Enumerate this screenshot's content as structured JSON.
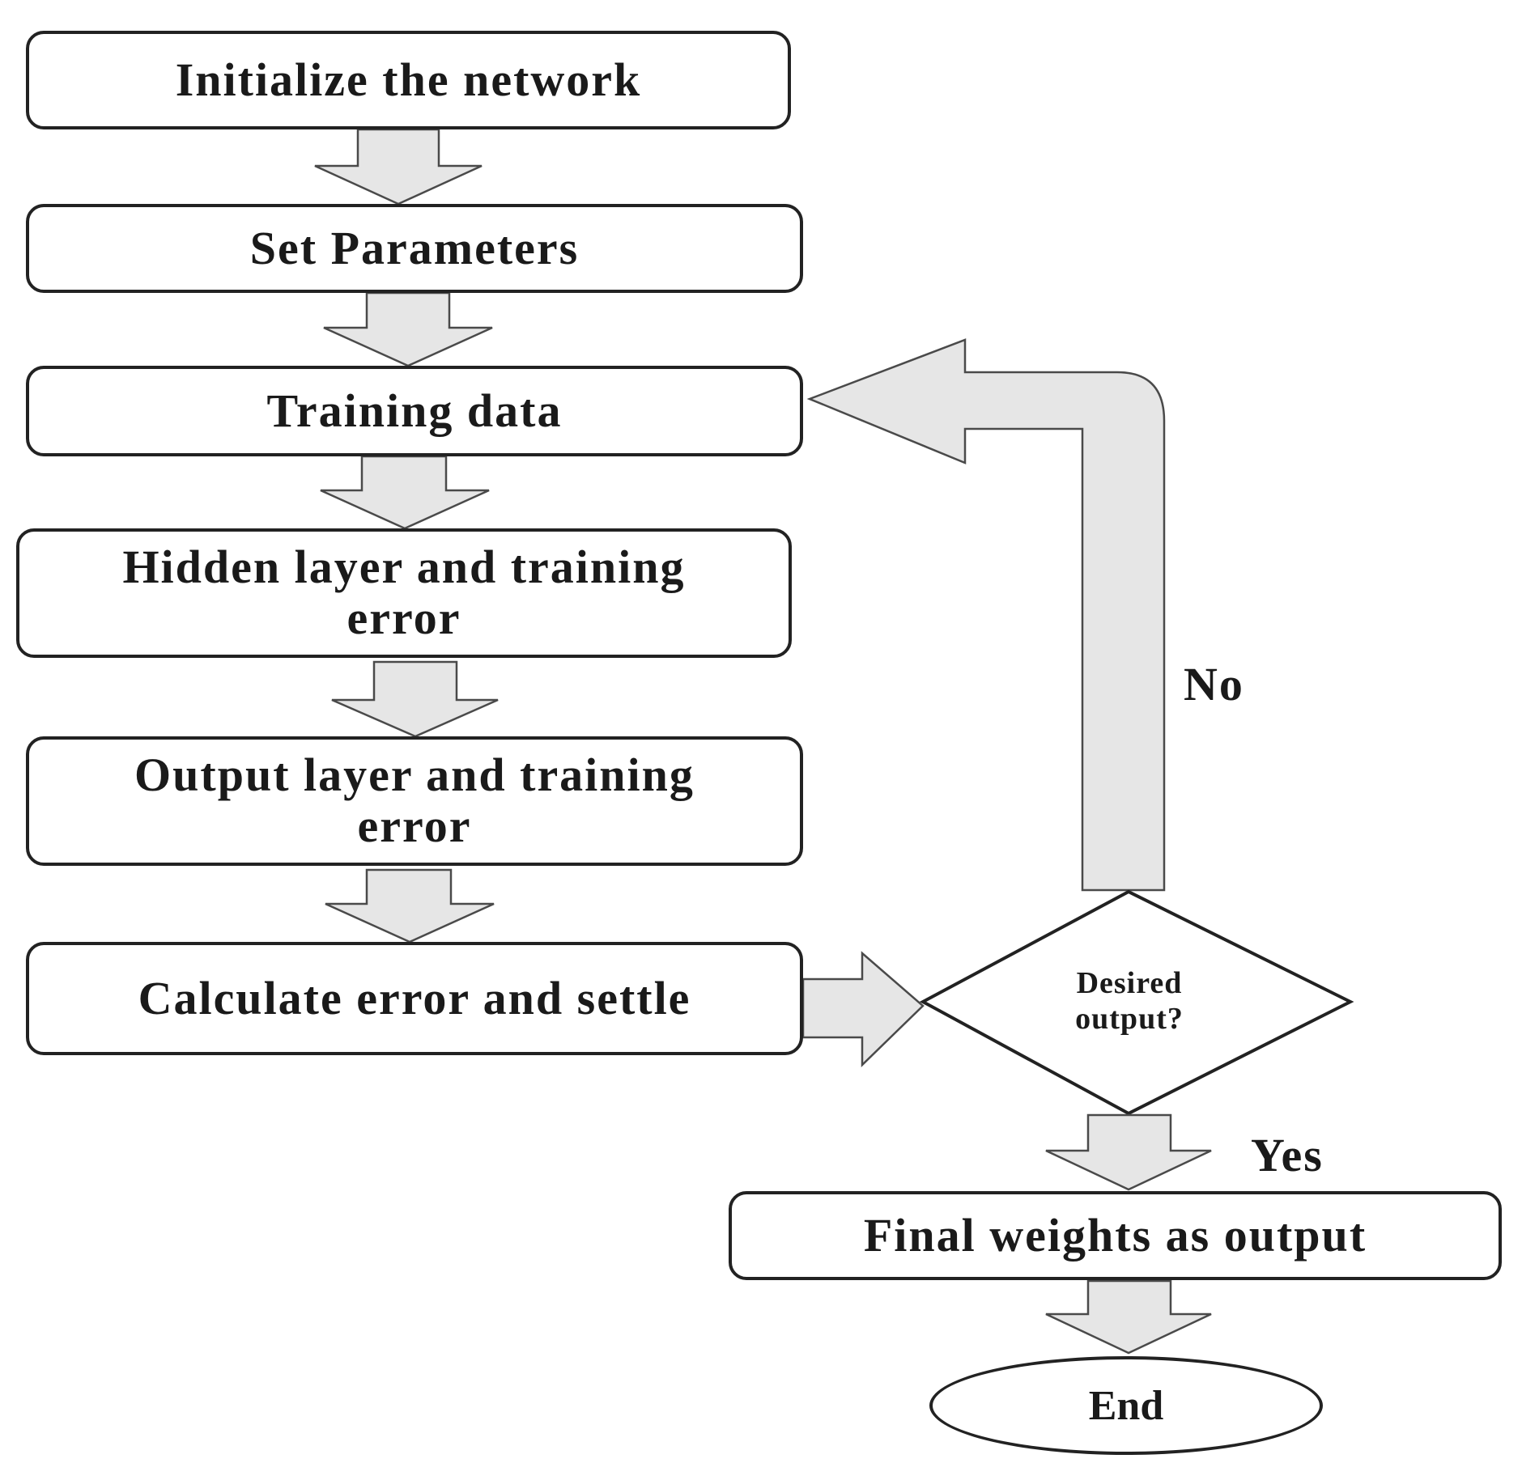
{
  "nodes": {
    "init": "Initialize the network",
    "params": "Set Parameters",
    "training": "Training data",
    "hidden": [
      "Hidden layer and training",
      "error"
    ],
    "output": [
      "Output layer and training",
      "error"
    ],
    "calc": "Calculate error and settle",
    "decision": [
      "Desired",
      "output?"
    ],
    "final": "Final weights as output",
    "end": "End"
  },
  "edges": {
    "no_label": "No",
    "yes_label": "Yes"
  }
}
